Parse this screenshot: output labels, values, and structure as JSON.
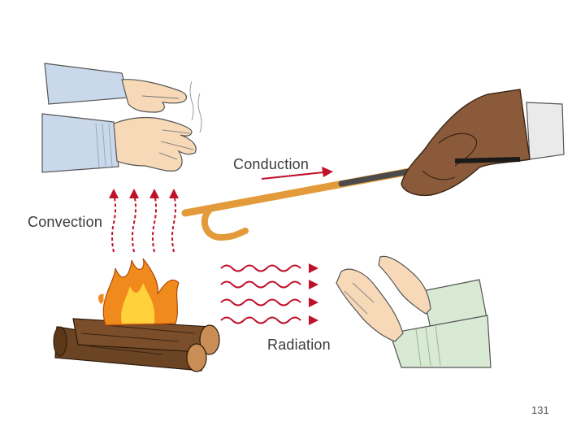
{
  "labels": {
    "conduction": "Conduction",
    "convection": "Convection",
    "radiation": "Radiation"
  },
  "page_number": "131",
  "colors": {
    "arrow_red": "#c0102a",
    "fire_orange": "#f08a1c",
    "fire_yellow": "#ffd23c",
    "glove_brown": "#8a5a3a",
    "rod_orange": "#e39a3a",
    "skin": "#f7d9b8",
    "sleeve_blue": "#c9d8ea",
    "sleeve_green": "#d8ead3",
    "log_brown": "#6b4424"
  },
  "icons": [
    "hands-above-fire-icon",
    "glove-holding-rod-icon",
    "campfire-icon",
    "hands-warming-icon",
    "convection-arrows-icon",
    "radiation-waves-icon",
    "conduction-arrow-icon"
  ]
}
